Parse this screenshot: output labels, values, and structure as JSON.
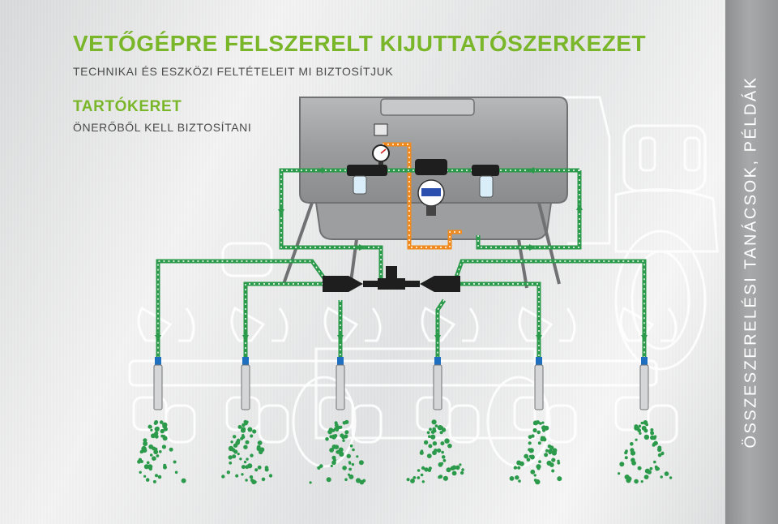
{
  "header": {
    "title": "VETŐGÉPRE FELSZERELT KIJUTTATÓSZERKEZET",
    "subtitle": "TECHNIKAI ÉS ESZKÖZI FELTÉTELEIT MI BIZTOSÍTJUK"
  },
  "section": {
    "title": "TARTÓKERET",
    "subtitle": "ÖNERŐBŐL KELL BIZTOSÍTANI"
  },
  "side_label": "ÖSSZESZERELÉSI TANÁCSOK, PÉLDÁK",
  "colors": {
    "accent_green": "#7ab629",
    "flow_green": "#2c9a4b",
    "return_orange": "#f08a1c",
    "tank_gray": "#8e9092",
    "sidebar_gray": "#9a9b9d"
  },
  "icons": [
    "tractor-outline",
    "seeder-frame-outline",
    "tank",
    "pressure-gauge",
    "filter",
    "pump",
    "y-splitter",
    "t-connector",
    "nozzle",
    "granule-spray"
  ]
}
